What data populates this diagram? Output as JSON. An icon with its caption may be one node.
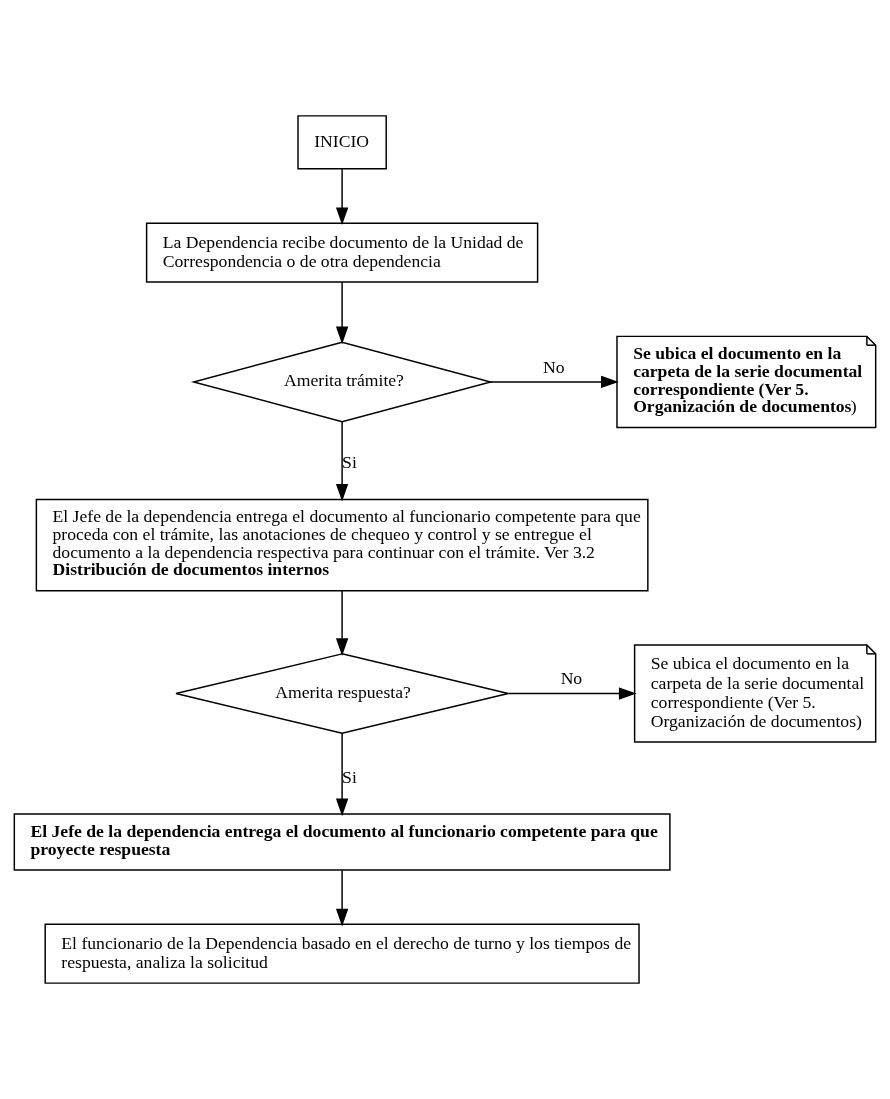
{
  "diagram": {
    "nodes": [
      {
        "text": [
          "INICIO"
        ]
      },
      {
        "text": [
          "La Dependencia recibe documento de la Unidad de Correspondencia o de otra dependencia"
        ]
      },
      {
        "text": [
          "Amerita trámite?"
        ]
      },
      {
        "text": [
          "**Se ubica el documento en la carpeta de la serie documental correspondiente (Ver 5. Organización de documentos**)"
        ]
      },
      {
        "text": [
          "El Jefe de la dependencia entrega el documento al funcionario competente para que proceda con el trámite, las anotaciones de chequeo y control y se entregue el documento a la dependencia respectiva para continuar con el trámite. Ver 3.2 **Distribución de documentos internos**"
        ]
      },
      {
        "text": [
          "Amerita respuesta?"
        ]
      },
      {
        "text": [
          "Se ubica el documento en la carpeta de la serie documental correspondiente (Ver 5. Organización de documentos)"
        ]
      },
      {
        "text": [
          "El Jefe de la dependencia entrega el documento al funcionario competente para que proyecte respuesta"
        ]
      },
      {
        "text": [
          "El funcionario de la Dependencia basado en el derecho de turno y los tiempos de respuesta, analiza la solicitud"
        ]
      }
    ],
    "edges": [
      {
        "from": 0,
        "to": 1,
        "arrow": "to"
      },
      {
        "from": 1,
        "to": 2,
        "arrow": "to"
      },
      {
        "from": 2,
        "to": 3,
        "arrow": "to",
        "label": "No"
      },
      {
        "from": 2,
        "to": 4,
        "arrow": "to",
        "label": "Si"
      },
      {
        "from": 4,
        "to": 5,
        "arrow": "to"
      },
      {
        "from": 5,
        "to": 6,
        "arrow": "to",
        "label": "No"
      },
      {
        "from": 5,
        "to": 7,
        "arrow": "to",
        "label": "Si"
      },
      {
        "from": 7,
        "to": 8,
        "arrow": "to"
      }
    ]
  }
}
